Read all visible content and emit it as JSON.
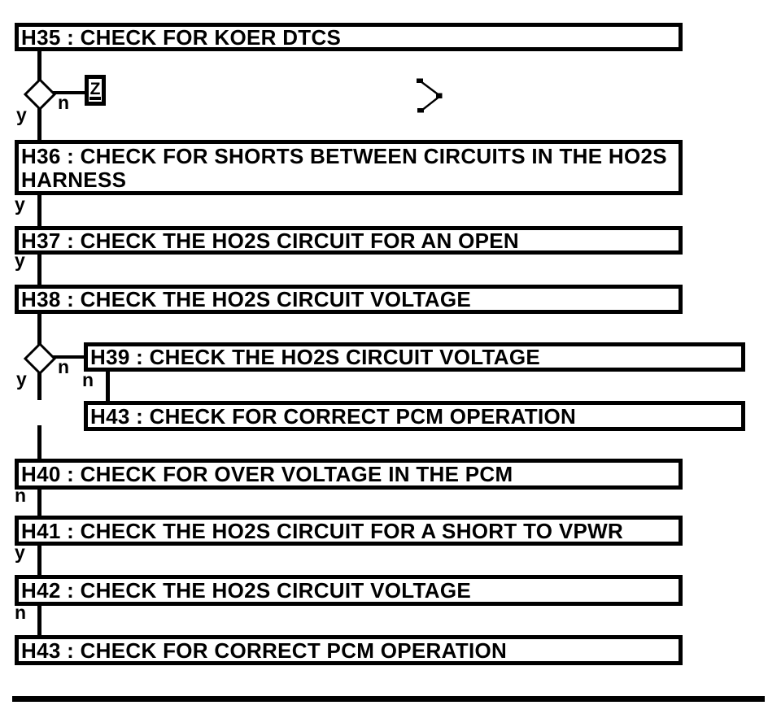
{
  "colors": {
    "ink": "#000000",
    "background": "#ffffff"
  },
  "nodes": {
    "h35": "H35 : CHECK FOR KOER DTCS",
    "h36": "H36 : CHECK FOR SHORTS BETWEEN CIRCUITS IN THE HO2S HARNESS",
    "h37": "H37 : CHECK THE HO2S CIRCUIT FOR AN OPEN",
    "h38": "H38 : CHECK THE HO2S CIRCUIT VOLTAGE",
    "h39": "H39 : CHECK THE HO2S CIRCUIT VOLTAGE",
    "h40": "H40 : CHECK FOR OVER VOLTAGE IN THE PCM",
    "h41": "H41 : CHECK THE HO2S CIRCUIT FOR A SHORT TO VPWR",
    "h42": "H42 : CHECK THE HO2S CIRCUIT VOLTAGE",
    "h43_top": "H43 : CHECK FOR CORRECT PCM OPERATION",
    "h43_bottom": "H43 : CHECK FOR CORRECT PCM OPERATION"
  },
  "branch": {
    "yes": "y",
    "no": "n"
  },
  "offpage_connector": "Z"
}
